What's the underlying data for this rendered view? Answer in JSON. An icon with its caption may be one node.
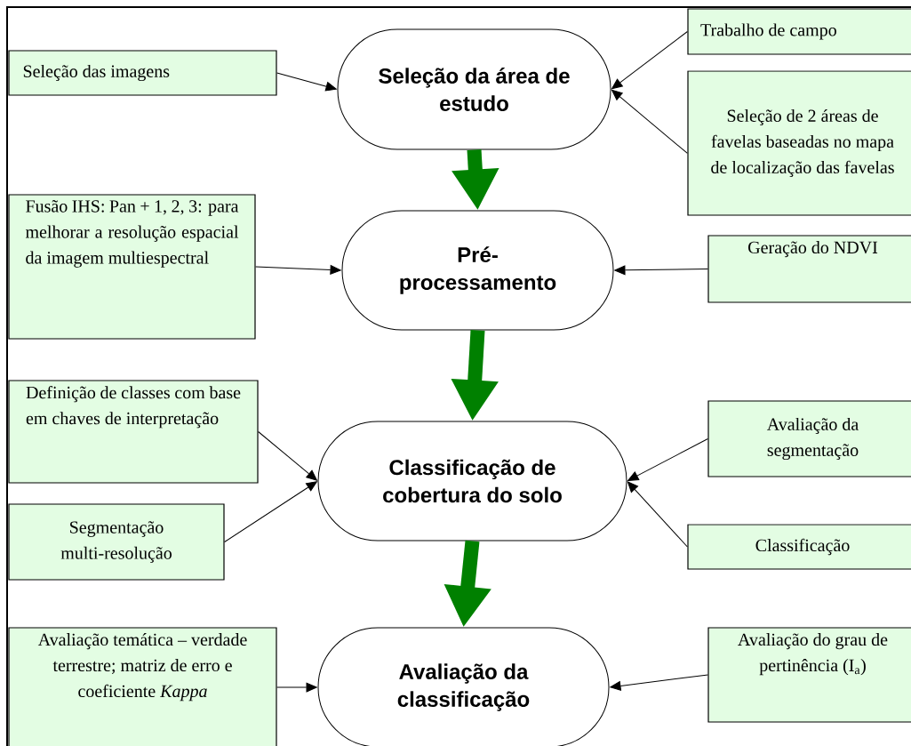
{
  "diagram": {
    "nodes": [
      {
        "text": [
          "Seleção da área de estudo"
        ]
      },
      {
        "text": [
          "Pré-processamento"
        ]
      },
      {
        "text": [
          "Classificação de cobertura do solo"
        ]
      },
      {
        "text": [
          "Avaliação da classificação"
        ]
      },
      {
        "text": [
          "Seleção das imagens"
        ]
      },
      {
        "text": [
          "Trabalho de campo"
        ]
      },
      {
        "text": [
          "Seleção de 2 áreas de favelas baseadas no mapa de localização das favelas"
        ]
      },
      {
        "text": [
          "Fusão IHS: Pan + 1, 2, 3: para melhorar a resolução espacial da imagem multiespectral"
        ]
      },
      {
        "text": [
          "Geração do NDVI"
        ]
      },
      {
        "text": [
          "Definição de classes com base em chaves de interpretação"
        ]
      },
      {
        "text": [
          "Segmentação multi-resolução"
        ]
      },
      {
        "text": [
          "Avaliação da segmentação"
        ]
      },
      {
        "text": [
          "Classificação"
        ]
      },
      {
        "text": [
          "Avaliação temática – verdade terrestre; matriz de erro e coeficiente *Kappa*"
        ]
      },
      {
        "text": [
          "Avaliação do grau de pertinência (I$_{a}$)"
        ]
      }
    ],
    "edges": [
      {
        "from": 4,
        "to": 0,
        "arrow": "to"
      },
      {
        "from": 5,
        "to": 0,
        "arrow": "to"
      },
      {
        "from": 6,
        "to": 0,
        "arrow": "to"
      },
      {
        "from": 7,
        "to": 1,
        "arrow": "to"
      },
      {
        "from": 8,
        "to": 1,
        "arrow": "to"
      },
      {
        "from": 9,
        "to": 2,
        "arrow": "to"
      },
      {
        "from": 10,
        "to": 2,
        "arrow": "to"
      },
      {
        "from": 11,
        "to": 2,
        "arrow": "to"
      },
      {
        "from": 12,
        "to": 2,
        "arrow": "to"
      },
      {
        "from": 13,
        "to": 3,
        "arrow": "to"
      },
      {
        "from": 14,
        "to": 3,
        "arrow": "to"
      },
      {
        "from": 0,
        "to": 1,
        "arrow": "to",
        "style": "thick",
        "color": "#008000"
      },
      {
        "from": 1,
        "to": 2,
        "arrow": "to",
        "style": "thick",
        "color": "#008000"
      },
      {
        "from": 2,
        "to": 3,
        "arrow": "to",
        "style": "thick",
        "color": "#008000"
      }
    ]
  }
}
